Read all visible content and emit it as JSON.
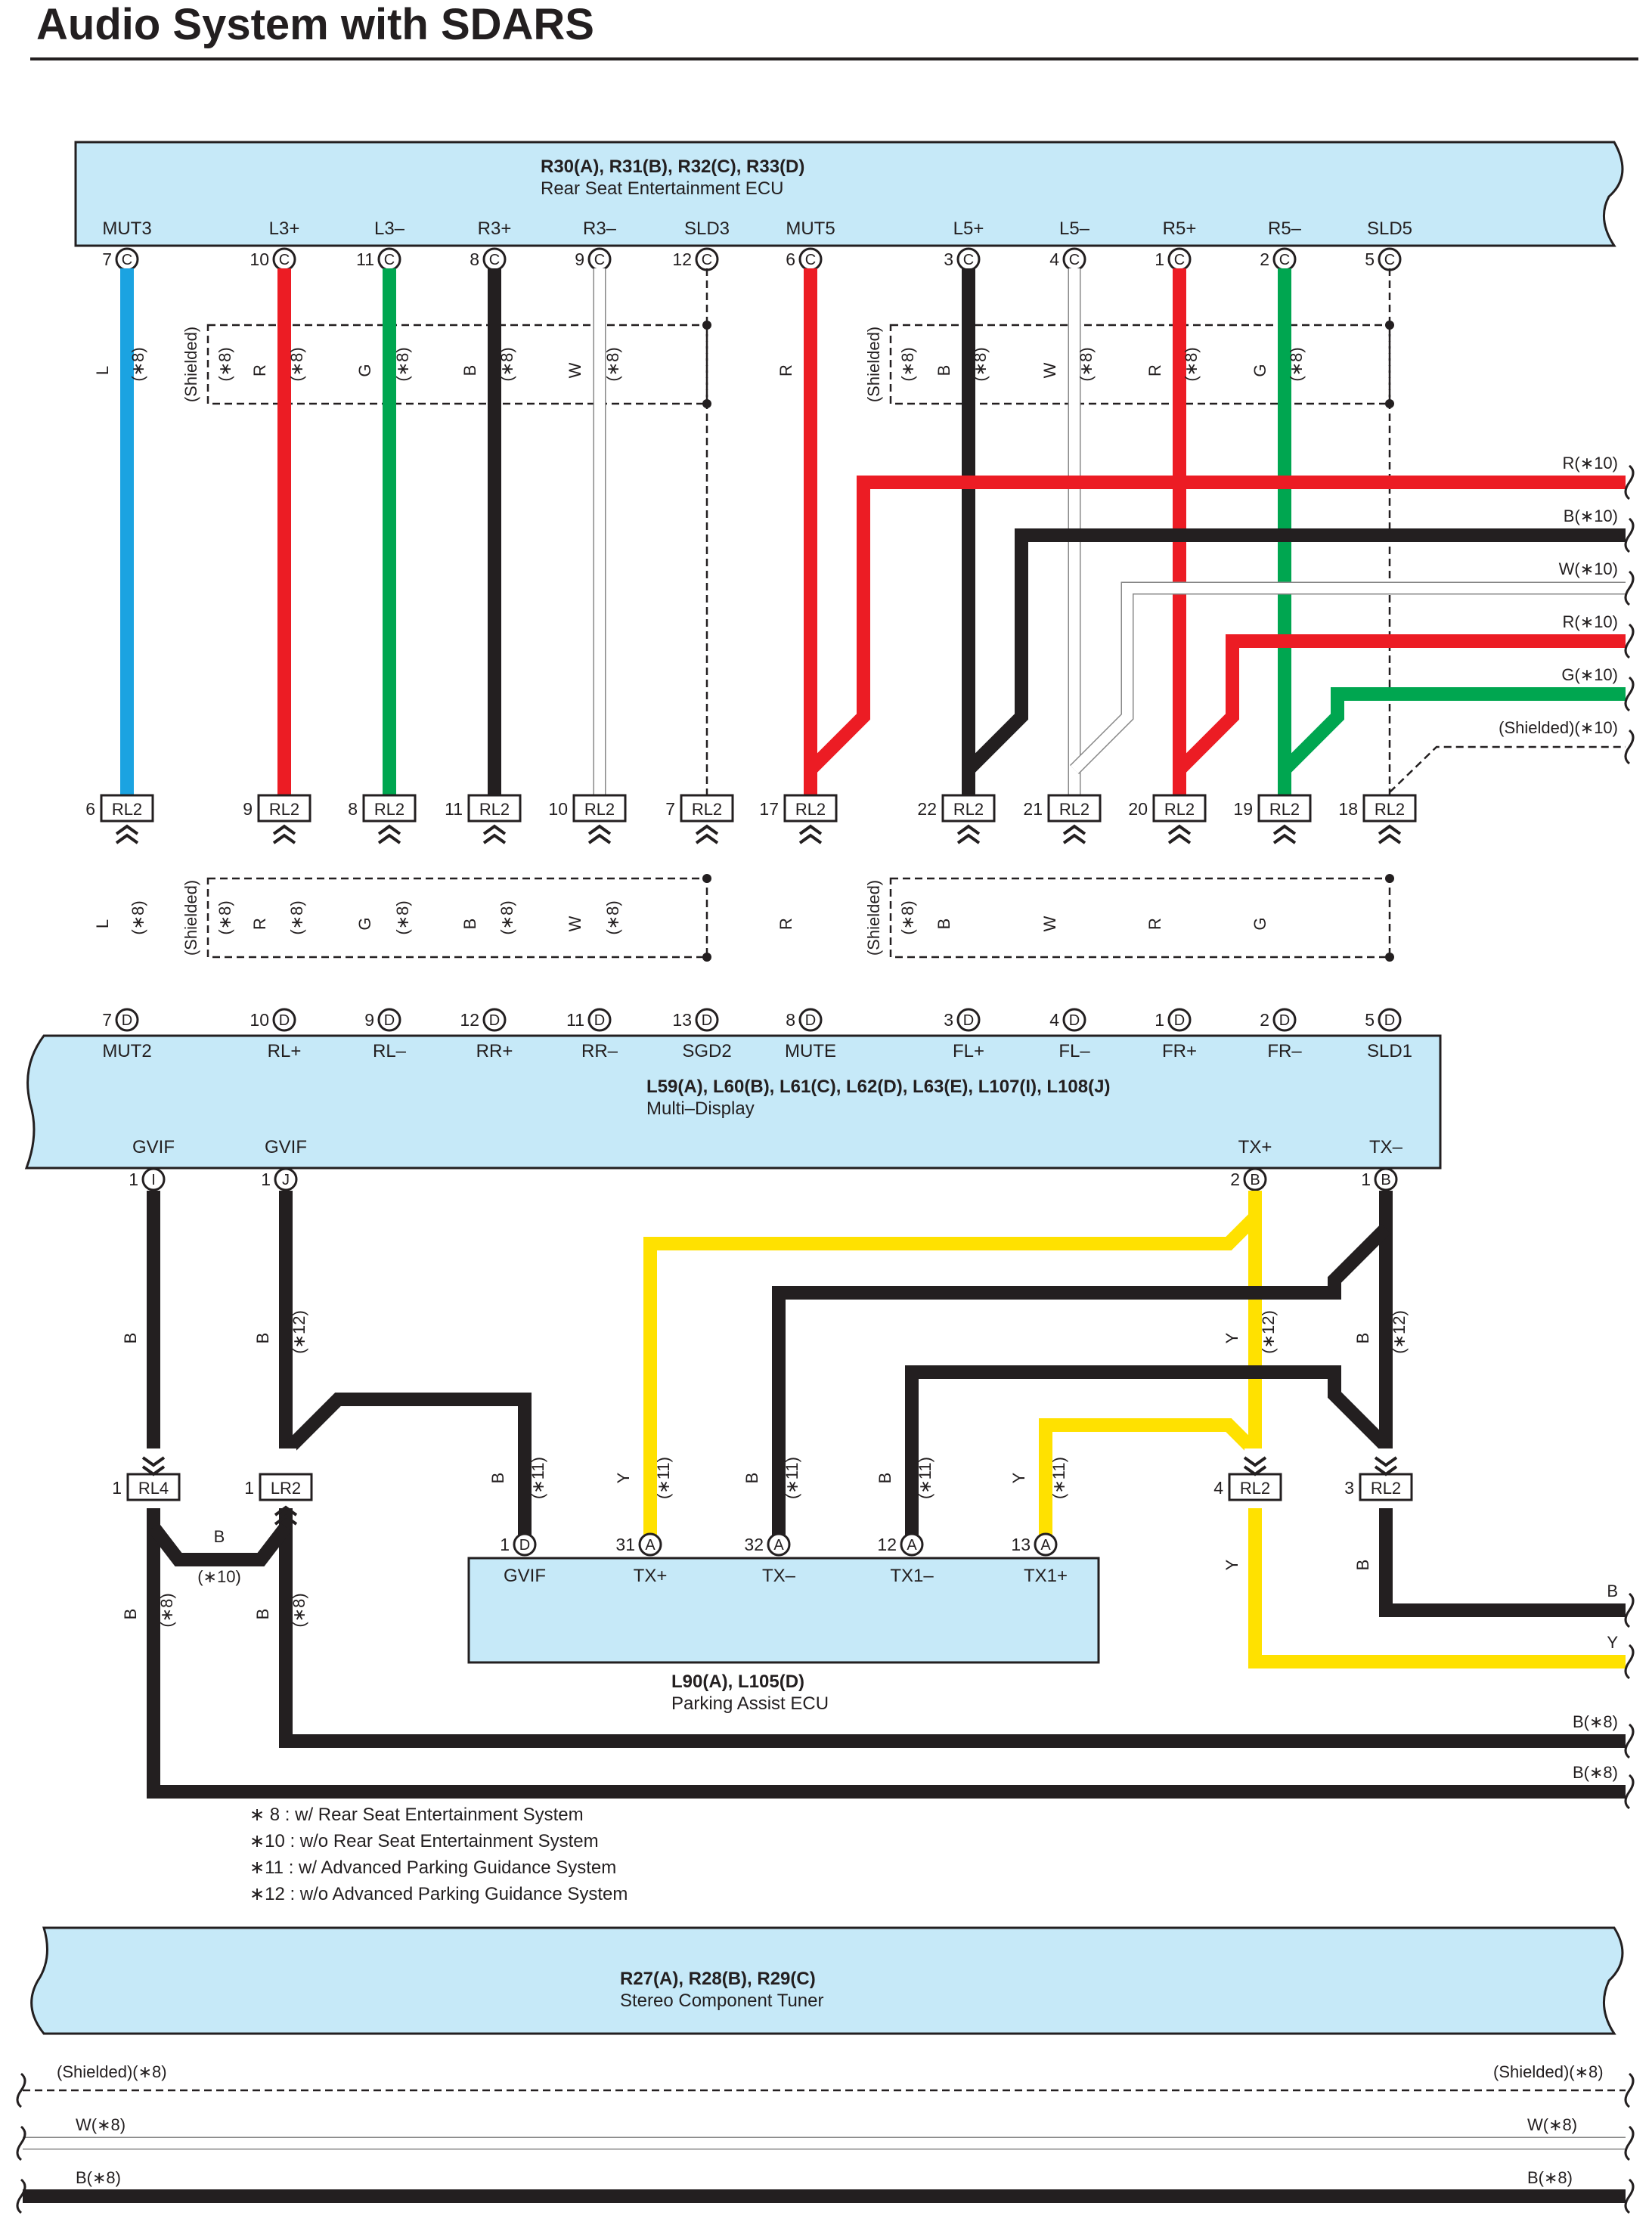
{
  "title": "Audio System with SDARS",
  "colors": {
    "blue": "#1ba3e1",
    "red": "#ec1c24",
    "green": "#00a650",
    "black": "#231f20",
    "white": "#ffffff",
    "yellow": "#ffe100",
    "box": "#c6e9f8"
  },
  "components": {
    "rse_ecu": {
      "connectors": "R30(A), R31(B), R32(C), R33(D)",
      "name": "Rear Seat Entertainment ECU",
      "pins": [
        {
          "name": "MUT3",
          "num": "7",
          "letter": "C"
        },
        {
          "name": "L3+",
          "num": "10",
          "letter": "C"
        },
        {
          "name": "L3–",
          "num": "11",
          "letter": "C"
        },
        {
          "name": "R3+",
          "num": "8",
          "letter": "C"
        },
        {
          "name": "R3–",
          "num": "9",
          "letter": "C"
        },
        {
          "name": "SLD3",
          "num": "12",
          "letter": "C"
        },
        {
          "name": "MUT5",
          "num": "6",
          "letter": "C"
        },
        {
          "name": "L5+",
          "num": "3",
          "letter": "C"
        },
        {
          "name": "L5–",
          "num": "4",
          "letter": "C"
        },
        {
          "name": "R5+",
          "num": "1",
          "letter": "C"
        },
        {
          "name": "R5–",
          "num": "2",
          "letter": "C"
        },
        {
          "name": "SLD5",
          "num": "5",
          "letter": "C"
        }
      ]
    },
    "multi_display": {
      "connectors": "L59(A), L60(B), L61(C), L62(D), L63(E), L107(I), L108(J)",
      "name": "Multi–Display",
      "pins_top": [
        {
          "name": "MUT2",
          "num": "7",
          "letter": "D"
        },
        {
          "name": "RL+",
          "num": "10",
          "letter": "D"
        },
        {
          "name": "RL–",
          "num": "9",
          "letter": "D"
        },
        {
          "name": "RR+",
          "num": "12",
          "letter": "D"
        },
        {
          "name": "RR–",
          "num": "11",
          "letter": "D"
        },
        {
          "name": "SGD2",
          "num": "13",
          "letter": "D"
        },
        {
          "name": "MUTE",
          "num": "8",
          "letter": "D"
        },
        {
          "name": "FL+",
          "num": "3",
          "letter": "D"
        },
        {
          "name": "FL–",
          "num": "4",
          "letter": "D"
        },
        {
          "name": "FR+",
          "num": "1",
          "letter": "D"
        },
        {
          "name": "FR–",
          "num": "2",
          "letter": "D"
        },
        {
          "name": "SLD1",
          "num": "5",
          "letter": "D"
        }
      ],
      "pins_bottom": [
        {
          "name": "GVIF",
          "num": "1",
          "letter": "I"
        },
        {
          "name": "GVIF",
          "num": "1",
          "letter": "J"
        },
        {
          "name": "TX+",
          "num": "2",
          "letter": "B"
        },
        {
          "name": "TX–",
          "num": "1",
          "letter": "B"
        }
      ]
    },
    "parking_ecu": {
      "connectors": "L90(A), L105(D)",
      "name": "Parking Assist ECU",
      "pins": [
        {
          "name": "GVIF",
          "num": "1",
          "letter": "D"
        },
        {
          "name": "TX+",
          "num": "31",
          "letter": "A"
        },
        {
          "name": "TX–",
          "num": "32",
          "letter": "A"
        },
        {
          "name": "TX1–",
          "num": "12",
          "letter": "A"
        },
        {
          "name": "TX1+",
          "num": "13",
          "letter": "A"
        }
      ]
    },
    "tuner": {
      "connectors": "R27(A), R28(B), R29(C)",
      "name": "Stereo Component Tuner"
    }
  },
  "junction_rl2_upper": [
    "6",
    "9",
    "8",
    "11",
    "10",
    "7",
    "17",
    "22",
    "21",
    "20",
    "19",
    "18"
  ],
  "junction_name": "RL2",
  "lower_junctions": [
    {
      "num": "1",
      "name": "RL4"
    },
    {
      "num": "1",
      "name": "LR2"
    },
    {
      "num": "4",
      "name": "RL2"
    },
    {
      "num": "3",
      "name": "RL2"
    }
  ],
  "wire_colors_upper": [
    "L",
    "R",
    "G",
    "B",
    "W",
    "R",
    "B",
    "W",
    "R",
    "G"
  ],
  "wire_colors_lower": [
    "L",
    "R",
    "G",
    "B",
    "W",
    "R",
    "B",
    "W",
    "R",
    "G"
  ],
  "tags": {
    "n8": "(∗8)",
    "n10": "(∗10)",
    "n11": "(∗11)",
    "n12": "(∗12)",
    "shielded": "(Shielded)",
    "B": "B",
    "Y": "Y"
  },
  "right_edge_labels": [
    "R(∗10)",
    "B(∗10)",
    "W(∗10)",
    "R(∗10)",
    "G(∗10)",
    "(Shielded)(∗10)",
    "B",
    "Y",
    "B(∗8)",
    "B(∗8)"
  ],
  "bottom_left_labels": [
    "(Shielded)(∗8)",
    "W(∗8)",
    "B(∗8)"
  ],
  "bottom_right_labels": [
    "(Shielded)(∗8)",
    "W(∗8)",
    "B(∗8)"
  ],
  "notes": [
    "∗ 8 : w/ Rear Seat Entertainment System",
    "∗10 : w/o Rear Seat Entertainment System",
    "∗11 : w/ Advanced Parking Guidance System",
    "∗12 : w/o Advanced Parking Guidance System"
  ]
}
